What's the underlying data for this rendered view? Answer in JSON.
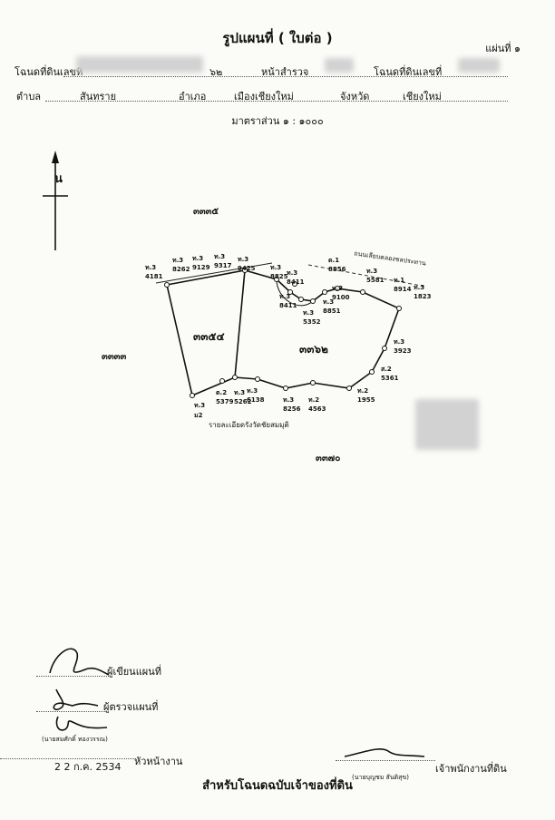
{
  "header": {
    "title": "รูปแผนที่ ( ใบต่อ )",
    "sheet_label": "แผ่นที่",
    "sheet_no": "๑"
  },
  "row1": {
    "deed_label": "โฉนดที่ดินเลขที่",
    "page_label": "หน้าสำรวจ",
    "deed_no": "๖๒",
    "deed_type_label": "โฉนดที่ดินเลขที่"
  },
  "row2": {
    "tambon_label": "ตำบล",
    "tambon": "สันทราย",
    "amphoe_label": "อำเภอ",
    "amphoe": "เมืองเชียงใหม่",
    "province_label": "จังหวัด",
    "province": "เชียงใหม่"
  },
  "scale": "มาตราส่วน ๑ : ๑๐๐๐",
  "north": "น",
  "map": {
    "parcel_left": "๓๓๕๔",
    "parcel_main": "๓๓๖๒",
    "adj_top": "๓๓๓๕",
    "adj_left": "๓๓๓๓",
    "adj_bottom": "๓๓๗๐",
    "road_label": "ถนนเลียบคลองชลประทาน",
    "stakes": [
      {
        "code": "ท.3",
        "no": "4181"
      },
      {
        "code": "ท.3",
        "no": "8262"
      },
      {
        "code": "ท.3",
        "no": "9129"
      },
      {
        "code": "ท.3",
        "no": "9317"
      },
      {
        "code": "ท.3",
        "no": "9425"
      },
      {
        "code": "ท.3",
        "no": "8825"
      },
      {
        "code": "ท.3",
        "no": "8411"
      },
      {
        "code": "ท.3",
        "no": "8411"
      },
      {
        "code": "ท.3",
        "no": "8851"
      },
      {
        "code": "ท.3",
        "no": "5352"
      },
      {
        "code": "ท.3",
        "no": "9100"
      },
      {
        "code": "ด.1",
        "no": "8856"
      },
      {
        "code": "ท.3",
        "no": "5581"
      },
      {
        "code": "ท.1",
        "no": "8914"
      },
      {
        "code": "ท.3",
        "no": "1823"
      },
      {
        "code": "ท.3",
        "no": "3923"
      },
      {
        "code": "ส.2",
        "no": "5361"
      },
      {
        "code": "ท.2",
        "no": "1955"
      },
      {
        "code": "ท.2",
        "no": "4563"
      },
      {
        "code": "ท.3",
        "no": "8256"
      },
      {
        "code": "ท.3",
        "no": "6138"
      },
      {
        "code": "ท.3",
        "no": "5262"
      },
      {
        "code": "ต.2",
        "no": "5379"
      },
      {
        "code": "ท.3",
        "no": "ม2"
      }
    ],
    "caption": "รายละเอียดรังวัดชัยสมมุติ"
  },
  "signatures": {
    "drawer_label": "ผู้เขียนแผนที่",
    "checker_label": "ผู้ตรวจแผนที่",
    "chief_name": "(นายสมศักดิ์ ทองวรรณ)",
    "date": "2 2 ก.ค. 2534",
    "chief_label": "หัวหน้างาน",
    "officer_label": "เจ้าพนักงานที่ดิน",
    "officer_name": "(นายบุญชม สันติสุข)"
  },
  "footer": "สำหรับโฉนดฉบับเจ้าของที่ดิน"
}
